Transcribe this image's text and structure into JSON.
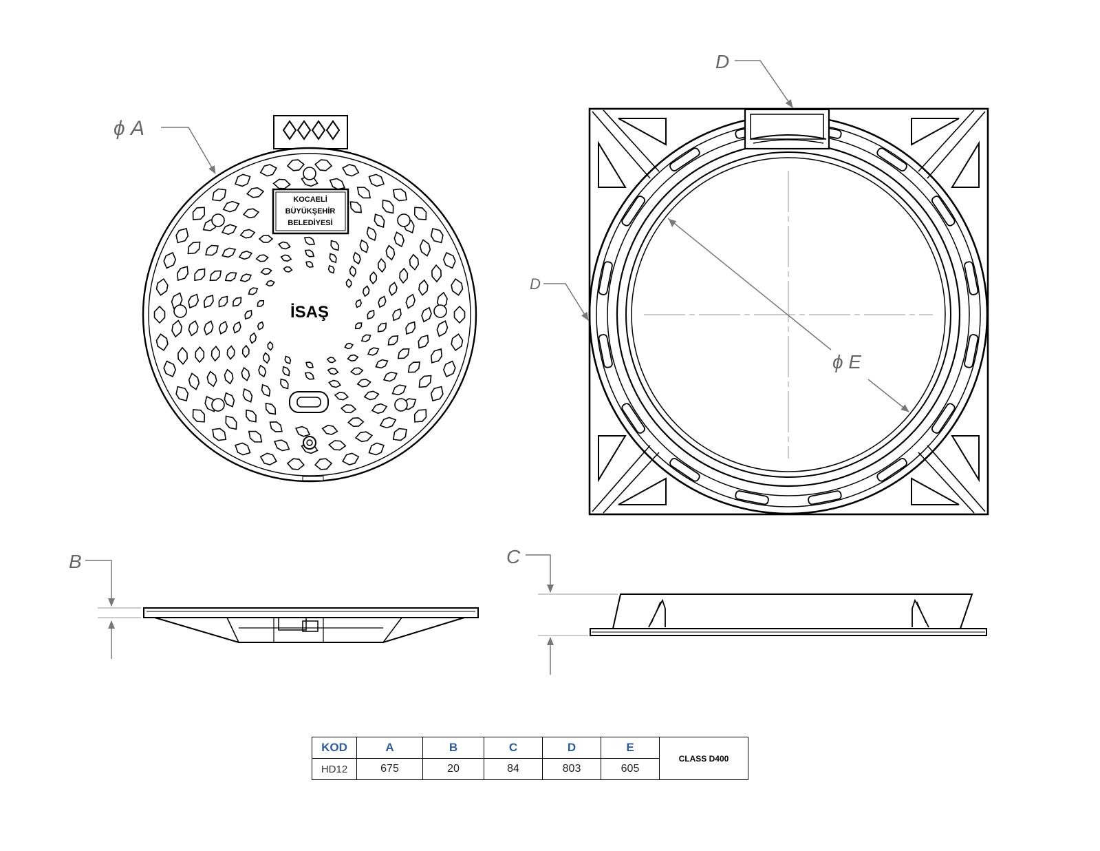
{
  "cover_view": {
    "dimension_label": "ϕ A",
    "plate_lines": [
      "KOCAELİ",
      "BÜYÜKŞEHİR",
      "BELEDİYESİ"
    ],
    "center_text": "İSAŞ"
  },
  "frame_view": {
    "top_label": "D",
    "left_label": "D",
    "diameter_label": "ϕ E"
  },
  "cover_side_view": {
    "dimension_label": "B"
  },
  "frame_side_view": {
    "dimension_label": "C"
  },
  "spec_table": {
    "headers": [
      "KOD",
      "A",
      "B",
      "C",
      "D",
      "E"
    ],
    "row": [
      "HD12",
      "675",
      "20",
      "84",
      "803",
      "605"
    ],
    "class_label": "CLASS D400"
  }
}
